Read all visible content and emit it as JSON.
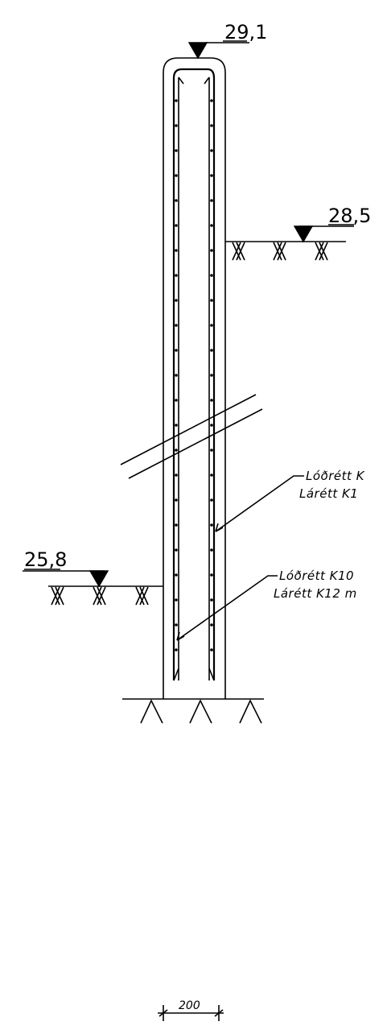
{
  "elevations": {
    "top": "29,1",
    "right_ground": "28,5",
    "left_ground": "25,8"
  },
  "notes": {
    "upper_line1": "Lóðrétt K",
    "upper_line2": "Lárétt K1",
    "lower_line1": "Lóðrétt K10",
    "lower_line2": "Lárétt K12 m"
  },
  "dimension": {
    "width": "200"
  },
  "colors": {
    "ink": "#000000",
    "paper": "#ffffff"
  }
}
